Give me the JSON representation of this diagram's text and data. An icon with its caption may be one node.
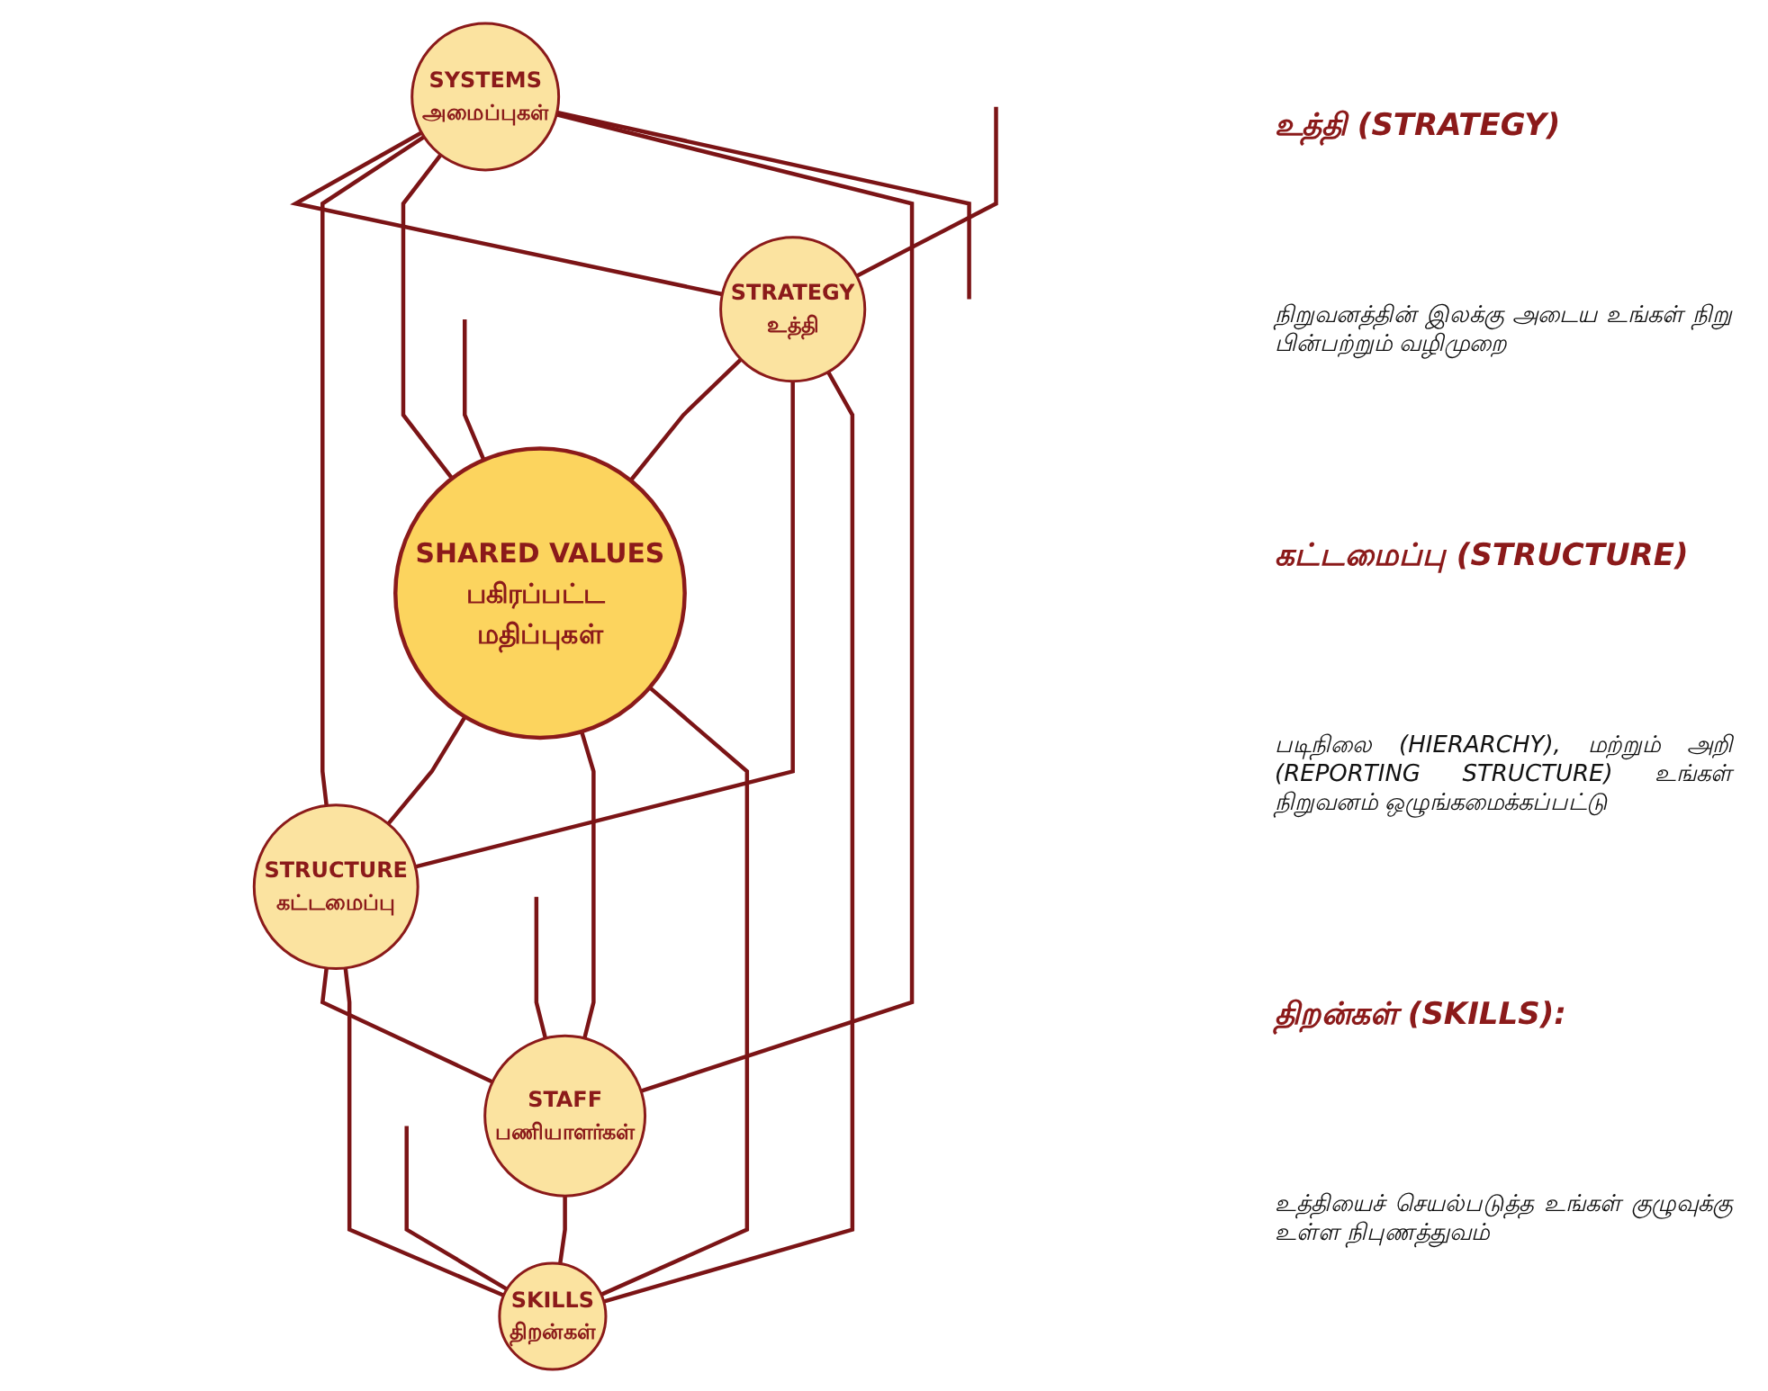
{
  "diagram": {
    "nodes": [
      {
        "text": [
          "SYSTEMS",
          "அமைப்புகள்"
        ]
      },
      {
        "text": [
          "STRATEGY",
          "உத்தி"
        ]
      },
      {
        "text": [
          "SHARED VALUES",
          "பகிரப்பட்ட மதிப்புகள்"
        ]
      },
      {
        "text": [
          "STRUCTURE",
          "கட்டமைப்பு"
        ]
      },
      {
        "text": [
          "STAFF",
          "பணியாளர்கள்"
        ]
      },
      {
        "text": [
          "SKILLS",
          "திறன்கள்"
        ]
      }
    ],
    "edges": [
      {
        "from": 0,
        "to": 1,
        "arrow": "none"
      },
      {
        "from": 0,
        "to": 3,
        "arrow": "none"
      },
      {
        "from": 0,
        "to": 2,
        "arrow": "none"
      },
      {
        "from": 0,
        "to": 4,
        "arrow": "none"
      },
      {
        "from": 0,
        "to": null,
        "arrow": "none"
      },
      {
        "from": 1,
        "to": 2,
        "arrow": "none"
      },
      {
        "from": 1,
        "to": 3,
        "arrow": "none"
      },
      {
        "from": 1,
        "to": 5,
        "arrow": "none"
      },
      {
        "from": null,
        "to": 1,
        "arrow": "none"
      },
      {
        "from": 2,
        "to": 3,
        "arrow": "none"
      },
      {
        "from": 2,
        "to": 4,
        "arrow": "none"
      },
      {
        "from": 2,
        "to": 5,
        "arrow": "none"
      },
      {
        "from": null,
        "to": 2,
        "arrow": "none"
      },
      {
        "from": 3,
        "to": 4,
        "arrow": "none"
      },
      {
        "from": 3,
        "to": 5,
        "arrow": "none"
      },
      {
        "from": 4,
        "to": 5,
        "arrow": "none"
      },
      {
        "from": null,
        "to": 4,
        "arrow": "none"
      },
      {
        "from": null,
        "to": 5,
        "arrow": "none"
      }
    ],
    "labels": [
      "உத்தி (STRATEGY)",
      "நிறுவனத்தின் இலக்கு அடைய உங்கள் நிறு பின்பற்றும் வழிமுறை",
      "கட்டமைப்பு (STRUCTURE)",
      "படிநிலை (HIERARCHY), மற்றும் அறி (REPORTING STRUCTURE) உங்கள் நிறுவனம் ஒழுங்கமைக்கப்பட்டு",
      "திறன்கள் (SKILLS):",
      "உத்தியைச் செயல்படுத்த உங்கள் குழுவுக்கு உள்ள நிபுணத்துவம்"
    ]
  }
}
